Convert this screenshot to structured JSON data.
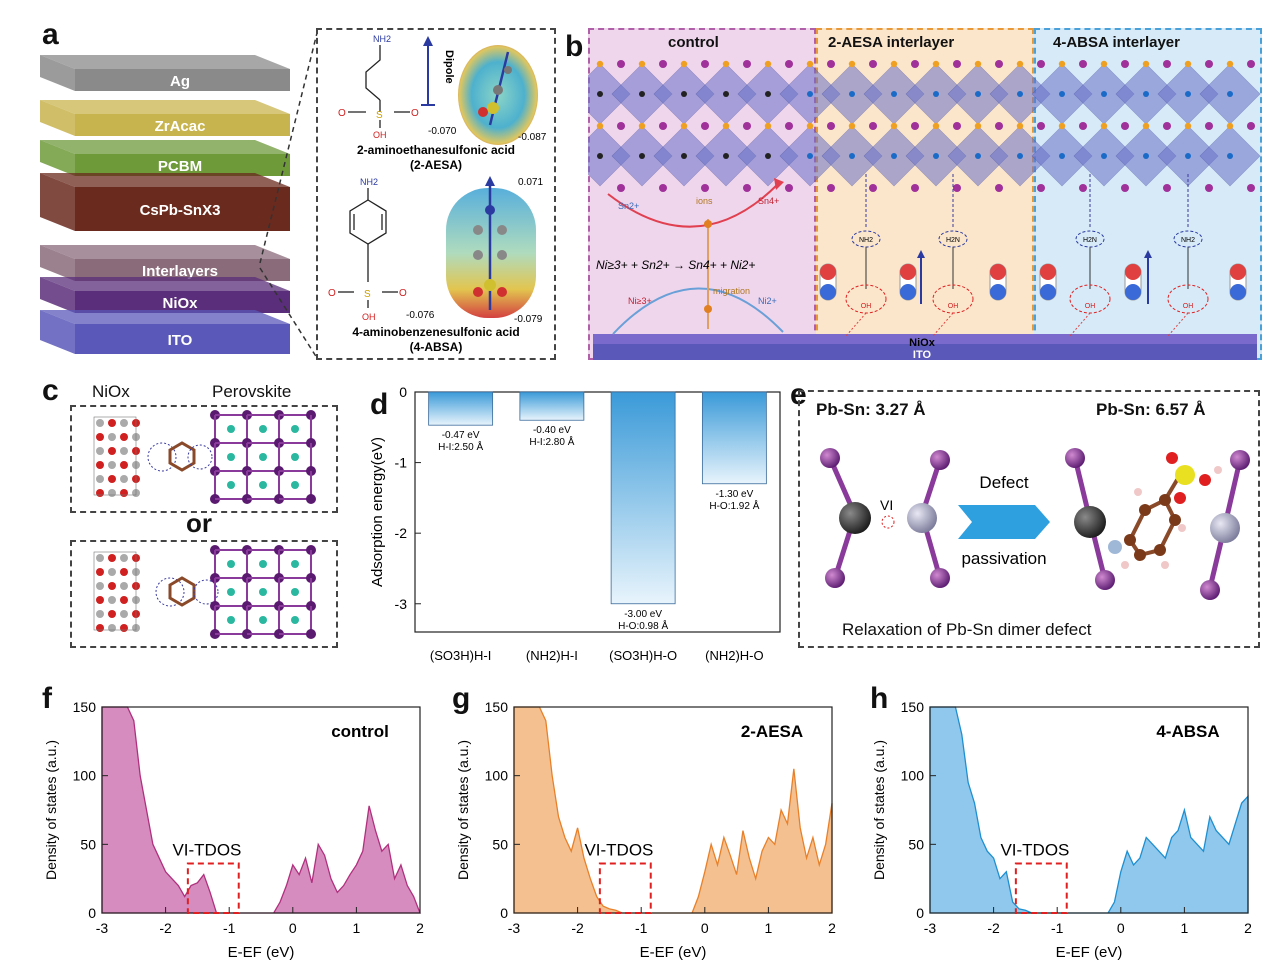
{
  "panels": {
    "a": "a",
    "b": "b",
    "c": "c",
    "d": "d",
    "e": "e",
    "f": "f",
    "g": "g",
    "h": "h"
  },
  "panel_a": {
    "layers": [
      "Ag",
      "ZrAcac",
      "PCBM",
      "CsPb-SnX3",
      "Interlayers",
      "NiOx",
      "ITO"
    ],
    "layer_colors": [
      "#8a8a8a",
      "#c8b44e",
      "#6e9a3a",
      "#6b2a1e",
      "#8a6b7a",
      "#5a2e7a",
      "#5a58b8"
    ],
    "dipole_label": "Dipole",
    "aesa": {
      "name": "2-aminoethanesulfonic acid",
      "abbr": "(2-AESA)",
      "esp_left": "-0.070",
      "esp_right": "-0.087",
      "nh2": "NH2",
      "oh": "OH",
      "s": "S",
      "o": "O"
    },
    "absa": {
      "name": "4-aminobenzenesulfonic acid",
      "abbr": "(4-ABSA)",
      "esp_top": "0.071",
      "esp_left": "-0.076",
      "esp_right": "-0.079",
      "nh2": "NH2",
      "oh": "OH",
      "s": "S",
      "o": "O"
    }
  },
  "panel_b": {
    "titles": [
      "control",
      "2-AESA interlayer",
      "4-ABSA interlayer"
    ],
    "reaction": "Ni≥3+ + Sn2+ → Sn4+ + Ni2+",
    "arrows": {
      "sn2": "Sn2+",
      "sn4": "Sn4+",
      "ions": "ions",
      "migration": "migration",
      "ni3": "Ni≥3+",
      "ni2": "Ni2+"
    },
    "substrate": [
      "NiOx",
      "ITO"
    ],
    "groups": {
      "nh2": "NH2",
      "h2n": "H2N",
      "oh": "OH"
    }
  },
  "panel_c": {
    "nio": "NiOx",
    "perov": "Perovskite",
    "or": "or"
  },
  "panel_d": {
    "chart_data": {
      "type": "bar",
      "categories": [
        "(SO3H)H-I",
        "(NH2)H-I",
        "(SO3H)H-O",
        "(NH2)H-O"
      ],
      "values": [
        -0.47,
        -0.4,
        -3.0,
        -1.3
      ],
      "value_labels": [
        "-0.47 eV",
        "-0.40 eV",
        "-3.00 eV",
        "-1.30 eV"
      ],
      "bond_labels": [
        "H-I:2.50 Å",
        "H-I:2.80 Å",
        "H-O:0.98 Å",
        "H-O:1.92 Å"
      ],
      "ylabel": "Adsorption energy(eV)",
      "ylim": [
        -3.4,
        0
      ],
      "yticks": [
        0,
        -1,
        -2,
        -3
      ]
    }
  },
  "panel_e": {
    "left_title": "Pb-Sn: 3.27 Å",
    "right_title": "Pb-Sn: 6.57 Å",
    "vi": "VI",
    "defect": "Defect",
    "passivation": "passivation",
    "caption": "Relaxation of Pb-Sn dimer defect"
  },
  "dos": {
    "xlabel": "E-EF (eV)",
    "ylabel": "Density of states (a.u.)",
    "tdos": "VI-TDOS",
    "xticks": [
      -3,
      -2,
      -1,
      0,
      1,
      2
    ],
    "yticks": [
      0,
      50,
      100,
      150
    ],
    "panels": [
      {
        "title": "control",
        "color": "#b0307e",
        "fill": "#d68cbf",
        "x": [
          -3.0,
          -2.9,
          -2.8,
          -2.7,
          -2.6,
          -2.5,
          -2.4,
          -2.3,
          -2.2,
          -2.1,
          -2.0,
          -1.9,
          -1.8,
          -1.7,
          -1.6,
          -1.5,
          -1.4,
          -1.3,
          -1.2,
          -1.1,
          -1.0,
          -0.9,
          -0.8,
          -0.7,
          -0.6,
          -0.5,
          -0.4,
          -0.3,
          -0.2,
          -0.1,
          0.0,
          0.1,
          0.2,
          0.3,
          0.4,
          0.5,
          0.6,
          0.7,
          0.8,
          0.9,
          1.0,
          1.1,
          1.2,
          1.3,
          1.4,
          1.5,
          1.6,
          1.7,
          1.8,
          1.9,
          2.0
        ],
        "y": [
          150,
          150,
          150,
          150,
          150,
          140,
          100,
          75,
          50,
          40,
          30,
          25,
          20,
          12,
          20,
          22,
          28,
          15,
          0,
          0,
          0,
          0,
          0,
          0,
          0,
          0,
          0,
          0,
          8,
          20,
          35,
          28,
          40,
          22,
          50,
          42,
          25,
          15,
          20,
          28,
          35,
          45,
          78,
          60,
          45,
          50,
          25,
          35,
          20,
          12,
          0
        ]
      },
      {
        "title": "2-AESA",
        "color": "#e8802a",
        "fill": "#f5c08f",
        "x": [
          -3.0,
          -2.9,
          -2.8,
          -2.7,
          -2.6,
          -2.5,
          -2.4,
          -2.3,
          -2.2,
          -2.1,
          -2.0,
          -1.9,
          -1.8,
          -1.7,
          -1.6,
          -1.5,
          -1.4,
          -1.3,
          -1.2,
          -1.1,
          -1.0,
          -0.9,
          -0.8,
          -0.7,
          -0.6,
          -0.5,
          -0.4,
          -0.3,
          -0.2,
          -0.1,
          0.0,
          0.1,
          0.2,
          0.3,
          0.4,
          0.5,
          0.6,
          0.7,
          0.8,
          0.9,
          1.0,
          1.1,
          1.2,
          1.3,
          1.4,
          1.5,
          1.6,
          1.7,
          1.8,
          1.9,
          2.0
        ],
        "y": [
          150,
          150,
          150,
          150,
          150,
          140,
          100,
          70,
          55,
          45,
          62,
          40,
          25,
          12,
          5,
          3,
          2,
          0,
          0,
          0,
          0,
          0,
          0,
          0,
          0,
          0,
          0,
          0,
          0,
          12,
          30,
          50,
          35,
          55,
          42,
          28,
          60,
          40,
          25,
          45,
          55,
          50,
          75,
          65,
          105,
          62,
          40,
          55,
          35,
          50,
          80
        ]
      },
      {
        "title": "4-ABSA",
        "color": "#1e8fd0",
        "fill": "#8fc8ec",
        "x": [
          -3.0,
          -2.9,
          -2.8,
          -2.7,
          -2.6,
          -2.5,
          -2.4,
          -2.3,
          -2.2,
          -2.1,
          -2.0,
          -1.9,
          -1.8,
          -1.7,
          -1.6,
          -1.5,
          -1.4,
          -1.3,
          -1.2,
          -1.1,
          -1.0,
          -0.9,
          -0.8,
          -0.7,
          -0.6,
          -0.5,
          -0.4,
          -0.3,
          -0.2,
          -0.1,
          0.0,
          0.1,
          0.2,
          0.3,
          0.4,
          0.5,
          0.6,
          0.7,
          0.8,
          0.9,
          1.0,
          1.1,
          1.2,
          1.3,
          1.4,
          1.5,
          1.6,
          1.7,
          1.8,
          1.9,
          2.0
        ],
        "y": [
          150,
          150,
          150,
          150,
          150,
          130,
          95,
          80,
          55,
          45,
          40,
          25,
          30,
          8,
          3,
          2,
          0,
          0,
          0,
          0,
          0,
          0,
          0,
          0,
          0,
          0,
          0,
          0,
          0,
          8,
          30,
          45,
          35,
          40,
          55,
          50,
          45,
          40,
          55,
          60,
          75,
          55,
          50,
          45,
          70,
          60,
          55,
          50,
          65,
          80,
          85
        ]
      }
    ]
  }
}
